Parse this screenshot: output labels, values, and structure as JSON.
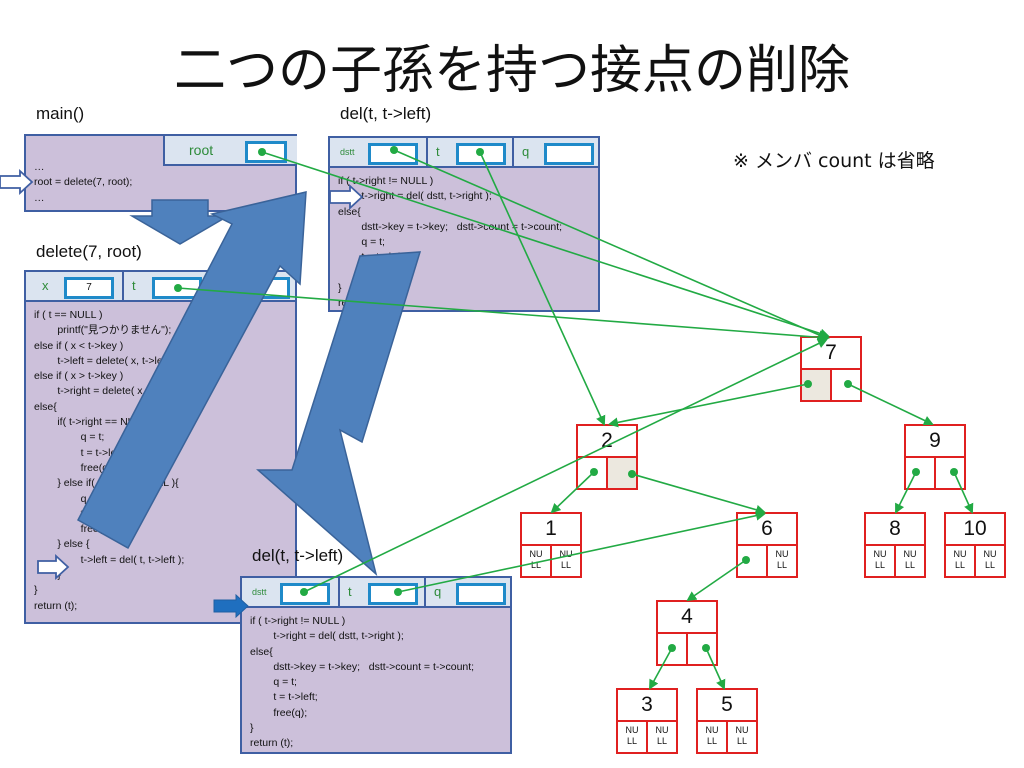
{
  "title": "二つの子孫を持つ接点の削除",
  "note": "※ メンバ count は省略",
  "frames": {
    "main": {
      "label": "main()",
      "var_root": "root",
      "code": "…\nroot = delete(7, root);\n…"
    },
    "delete": {
      "label": "delete(7, root)",
      "var_x": "x",
      "x_value": "7",
      "var_t": "t",
      "code": "if ( t == NULL )\n        printf(\"見つかりません\");\nelse if ( x < t->key )\n        t->left = delete( x, t->left );\nelse if ( x > t->key )\n        t->right = delete( x, t->right );\nelse{\n        if( t->right == NULL ){\n                q = t;\n                t = t->left;\n                free(q);\n        } else if( t->left == NULL ){\n                q = t;\n                t = t->right;\n                free(q);\n        } else {\n                t->left = del( t, t->left );\n        }\n}\nreturn (t);"
    },
    "del1": {
      "label": "del(t,  t->left)",
      "var_dstt": "dstt",
      "var_t": "t",
      "var_q": "q",
      "code": "if ( t->right != NULL )\n        t->right = del( dstt, t->right );\nelse{\n        dstt->key = t->key;   dstt->count = t->count;\n        q = t;\n        t = t->left;\n        free(q);\n}\nreturn (t);"
    },
    "del2": {
      "label": "del(t,  t->left)",
      "var_dstt": "dstt",
      "var_t": "t",
      "var_q": "q",
      "code": "if ( t->right != NULL )\n        t->right = del( dstt, t->right );\nelse{\n        dstt->key = t->key;   dstt->count = t->count;\n        q = t;\n        t = t->left;\n        free(q);\n}\nreturn (t);"
    }
  },
  "tree": {
    "null_text": "NU\nLL",
    "nodes": [
      {
        "id": "n7",
        "key": "7"
      },
      {
        "id": "n2",
        "key": "2"
      },
      {
        "id": "n9",
        "key": "9"
      },
      {
        "id": "n1",
        "key": "1"
      },
      {
        "id": "n6",
        "key": "6"
      },
      {
        "id": "n8",
        "key": "8"
      },
      {
        "id": "n10",
        "key": "10"
      },
      {
        "id": "n4",
        "key": "4"
      },
      {
        "id": "n3",
        "key": "3"
      },
      {
        "id": "n5",
        "key": "5"
      }
    ]
  },
  "colors": {
    "frame_fill": "#ccc0da",
    "frame_border": "#3f5fa3",
    "pointer": "#22aa44",
    "node_border": "#e02020",
    "big_arrow": "#4f81bd"
  }
}
